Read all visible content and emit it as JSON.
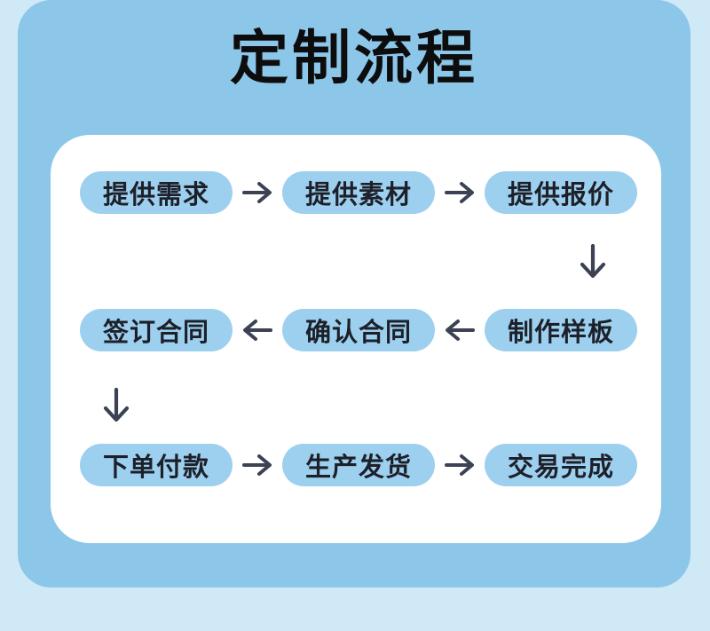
{
  "title": "定制流程",
  "flow": {
    "rows": [
      {
        "direction": "right",
        "steps": [
          "提供需求",
          "提供素材",
          "提供报价"
        ]
      },
      {
        "direction": "left",
        "steps": [
          "签订合同",
          "确认合同",
          "制作样板"
        ]
      },
      {
        "direction": "right",
        "steps": [
          "下单付款",
          "生产发货",
          "交易完成"
        ]
      }
    ],
    "icons": {
      "arrow_right": "→",
      "arrow_left": "←",
      "arrow_down": "↓"
    }
  },
  "colors": {
    "bg": "#cfe9f6",
    "panel": "#8cc6e9",
    "card": "#ffffff",
    "pill": "#9dd0ef",
    "title_text": "#0d0d0d",
    "pill_text": "#1d2029",
    "arrow": "#3c4254"
  }
}
